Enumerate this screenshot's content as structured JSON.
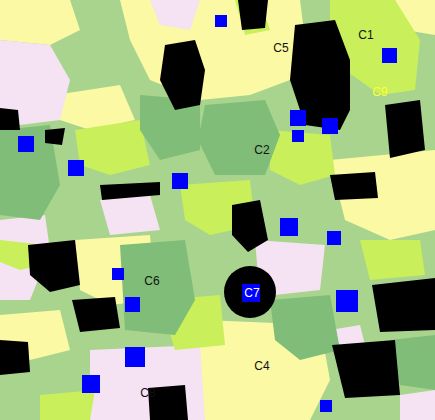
{
  "diagram": {
    "labels": [
      "C5",
      "C1",
      "C9",
      "C2",
      "C6",
      "C7",
      "C4",
      "C8"
    ]
  }
}
